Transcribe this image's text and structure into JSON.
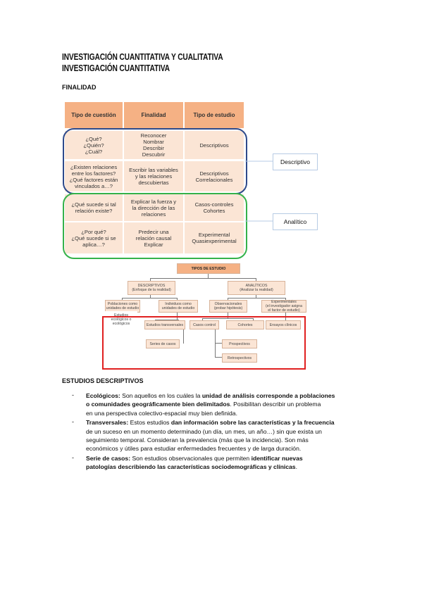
{
  "heading_1": "INVESTIGACIÓN CUANTITATIVA Y CUALITATIVA",
  "heading_2": "INVESTIGACIÓN CUANTITATIVA",
  "section_finalidad": "FINALIDAD",
  "purpose_table": {
    "headers": [
      "Tipo de cuestión",
      "Finalidad",
      "Tipo de estudio"
    ],
    "rows": [
      [
        "¿Qué?\n¿Quién?\n¿Cuál?",
        "Reconocer\nNombrar\nDescribir\nDescubrir",
        "Descriptivos"
      ],
      [
        "¿Existen relaciones\nentre los factores?\n¿Qué factores están\nvinculados a…?",
        "Escribir las variables\ny las relaciones\ndescubiertas",
        "Descriptivos\nCorrelacionales"
      ],
      [
        "¿Qué sucede si tal\nrelación existe?",
        "Explicar la fuerza y\nla dirección de las\nrelaciones",
        "Casos-controles\nCohortes"
      ],
      [
        "¿Por qué?\n¿Qué sucede si se\naplica…?",
        "Predecir una\nrelación causal\nExplicar",
        "Experimental\nQuasiexperimental"
      ]
    ],
    "group_labels": [
      "Descriptivo",
      "Analítico"
    ],
    "colors": {
      "header": "#f5b184",
      "cell": "#fbe5d5",
      "descriptive_border": "#2e4a8b",
      "analytic_border": "#35b24a"
    }
  },
  "tree": {
    "root": "TIPOS DE ESTUDIO",
    "descriptivos": "DESCRIPTIVOS\n(Enfoque de la realidad)",
    "analiticos": "ANALÍTICOS\n(Analizar la realidad)",
    "poblaciones": "Poblaciones como\nunidades de estudio",
    "individuos": "Individuos como\nunidades de estudio",
    "observacionales": "Observacionales\n(probar hipótesis)",
    "experimentales": "Experimentales\n(el investigador asigna\nel factor de estudio)",
    "ecologicos": "Estudios\necológicos o\necológicos",
    "transversales": "Estudios transversales",
    "series_casos": "Series de casos",
    "casos_control": "Casos control",
    "cohortes": "Cohortes",
    "ensayos": "Ensayos clínicos",
    "prospectivos": "Prospectivos",
    "retrospectivos": "Retrospectivos",
    "highlight_color": "#e02020"
  },
  "section_descriptivos": "ESTUDIOS DESCRIPTIVOS",
  "bullets": [
    {
      "marker": "-",
      "lines": [
        [
          {
            "t": "Ecológicos:",
            "b": true
          },
          {
            "t": " Son aquellos en los cuáles la "
          },
          {
            "t": "unidad de análisis corresponde a poblaciones",
            "b": true
          }
        ],
        [
          {
            "t": "o comunidades geográficamente bien delimitados",
            "b": true
          },
          {
            "t": ". Posibilitan describir un problema"
          }
        ],
        [
          {
            "t": "en una perspectiva colectivo-espacial muy bien definida."
          }
        ]
      ]
    },
    {
      "marker": "-",
      "lines": [
        [
          {
            "t": "Transversales:",
            "b": true
          },
          {
            "t": " Estos estudios "
          },
          {
            "t": "dan información sobre las características y la frecuencia",
            "b": true
          }
        ],
        [
          {
            "t": "de un suceso en un momento determinado (un día, un mes, un año…) sin que exista un"
          }
        ],
        [
          {
            "t": "seguimiento temporal. Consideran la prevalencia (más que la incidencia). Son más"
          }
        ],
        [
          {
            "t": "económicos y útiles para estudiar enfermedades frecuentes y de larga duración."
          }
        ]
      ]
    },
    {
      "marker": "-",
      "lines": [
        [
          {
            "t": "Serie de casos:",
            "b": true
          },
          {
            "t": " Son estudios observacionales que permiten "
          },
          {
            "t": "identificar nuevas",
            "b": true
          }
        ],
        [
          {
            "t": "patologías describiendo las características sociodemográficas y clínicas",
            "b": true
          },
          {
            "t": "."
          }
        ]
      ]
    }
  ]
}
